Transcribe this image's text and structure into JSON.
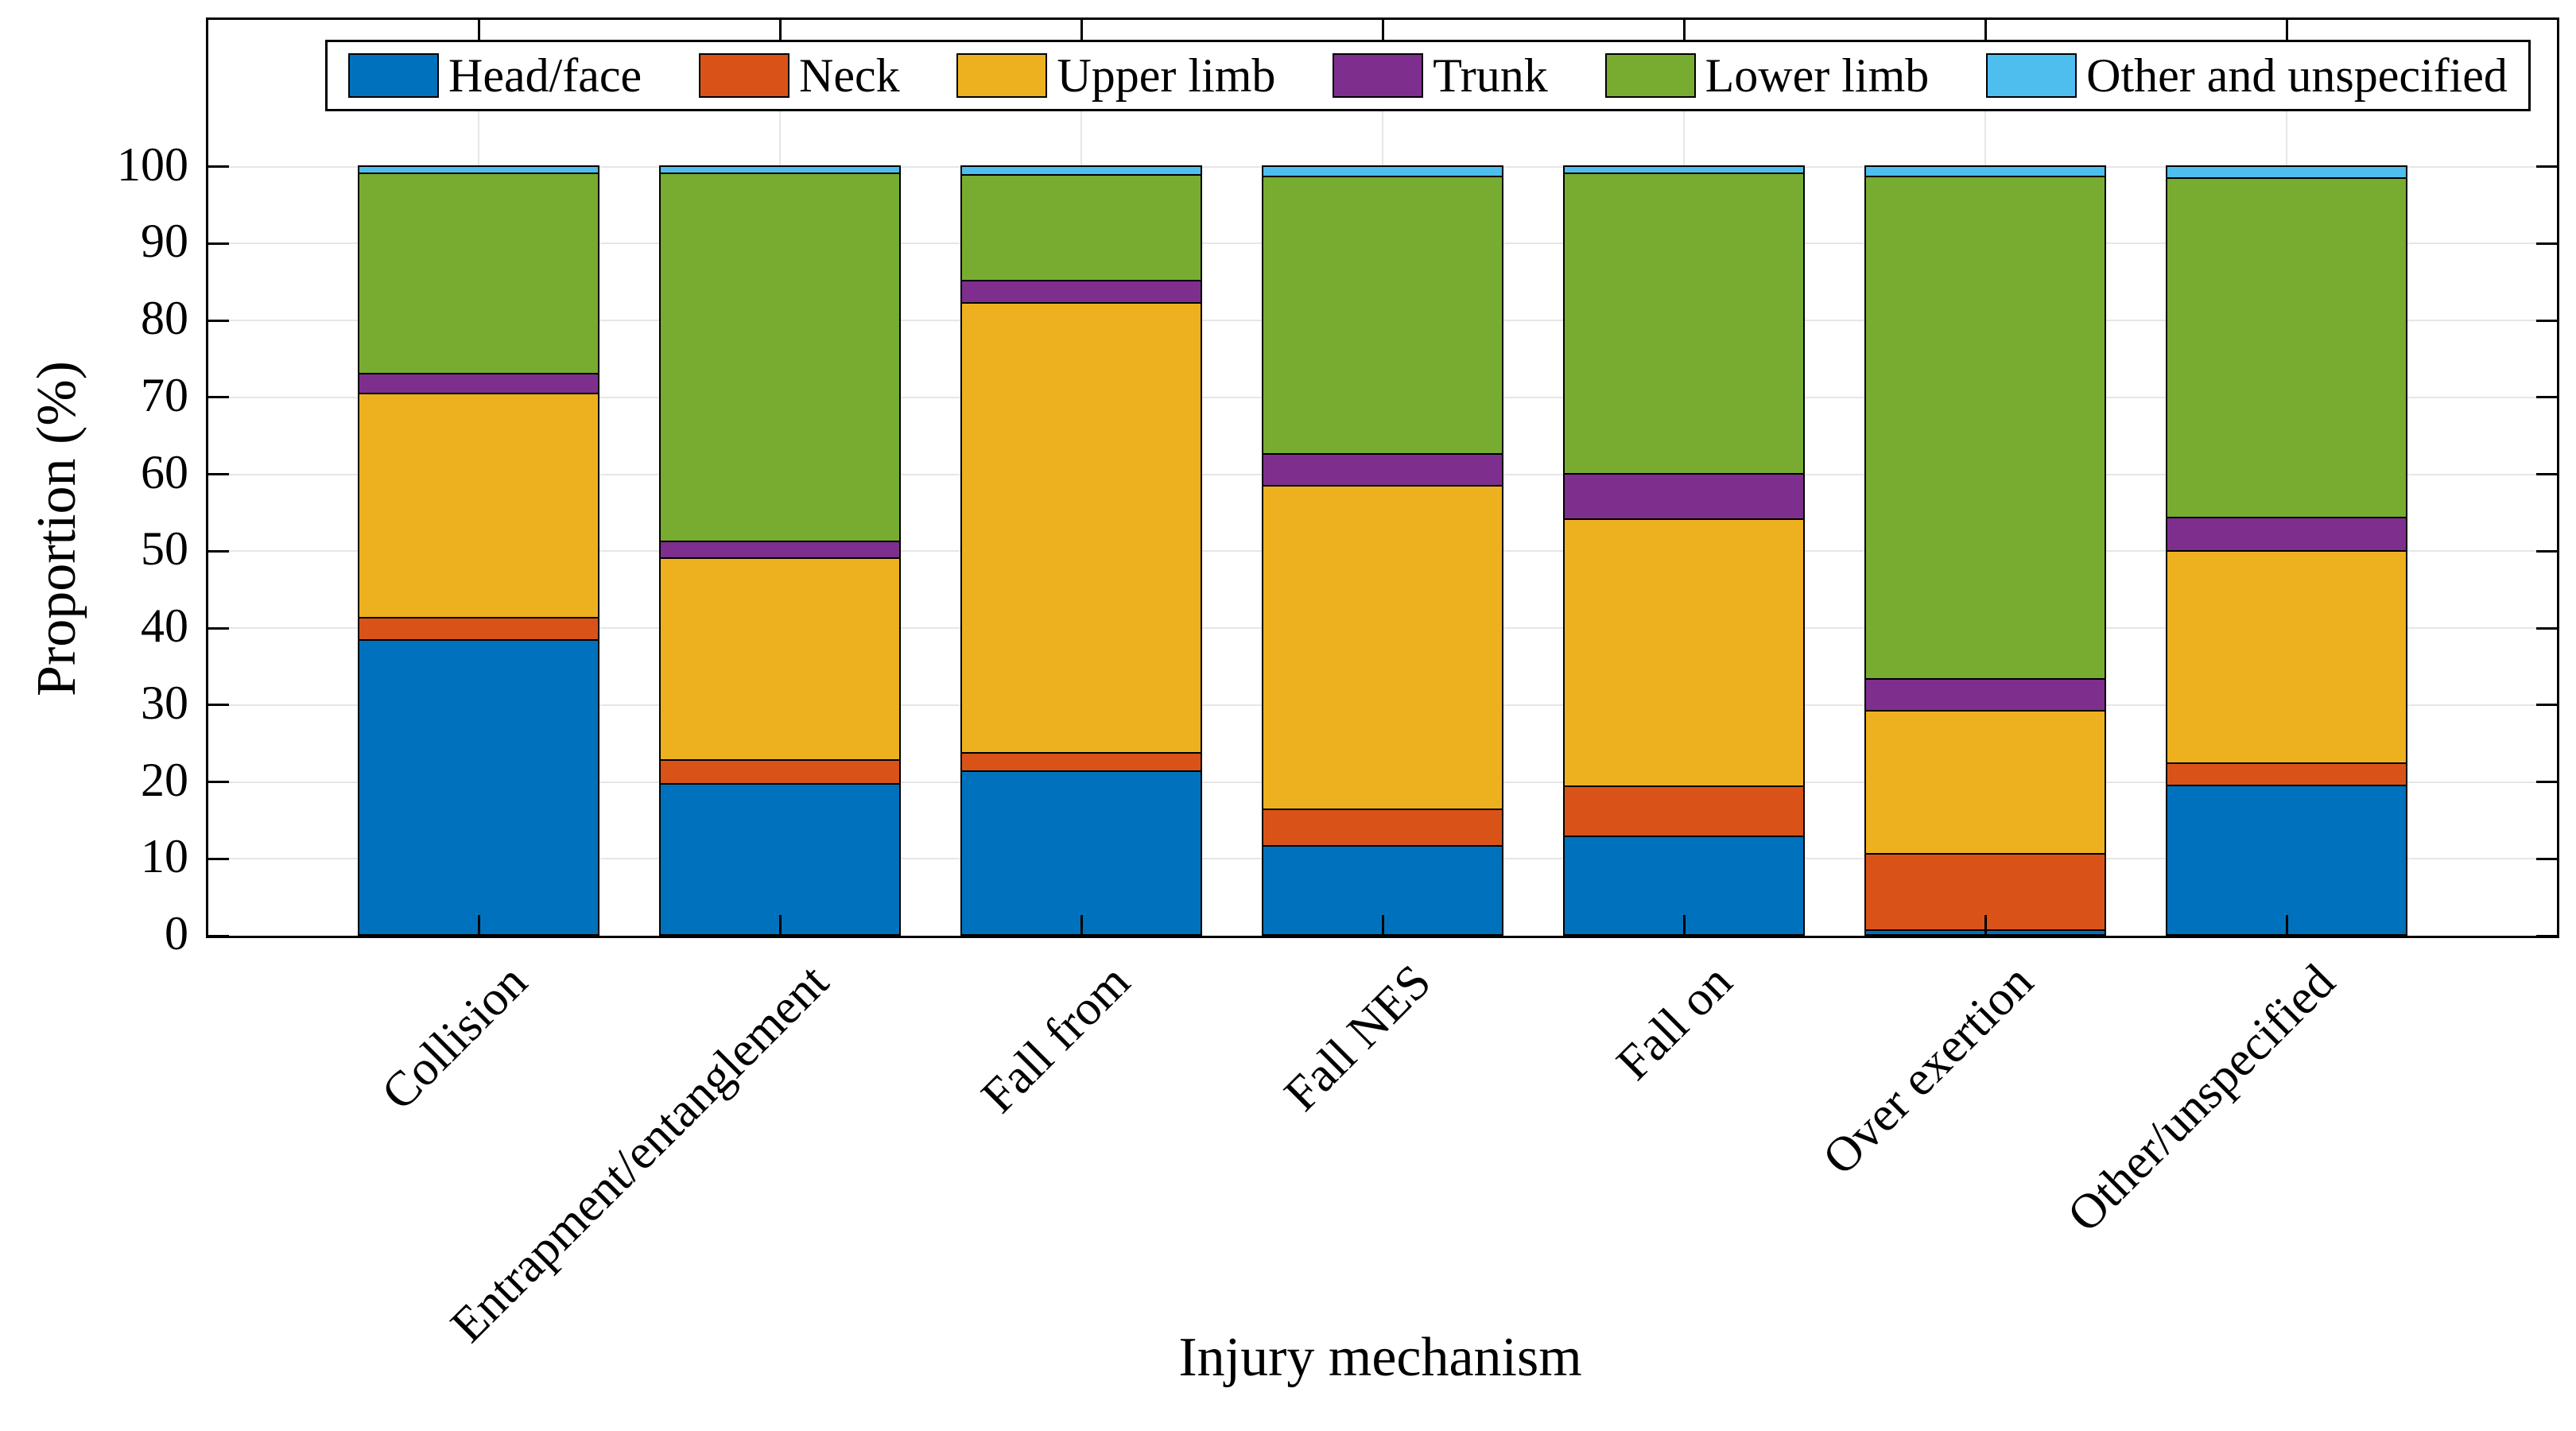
{
  "axes": {
    "ylabel": "Proportion (%)",
    "xlabel": "Injury mechanism"
  },
  "colors": {
    "background": "#ffffff",
    "axis": "#000000",
    "grid": "#e6e6e6",
    "bar_edge": "#000000"
  },
  "legend": {
    "position": "north-inside",
    "labels": [
      "Head/face",
      "Neck",
      "Upper limb",
      "Trunk",
      "Lower limb",
      "Other and unspecified"
    ]
  },
  "chart_data": {
    "type": "bar",
    "stacked": true,
    "orientation": "vertical",
    "title": "",
    "xlabel": "Injury mechanism",
    "ylabel": "Proportion (%)",
    "ylim": [
      0,
      119
    ],
    "yticks": [
      0,
      10,
      20,
      30,
      40,
      50,
      60,
      70,
      80,
      90,
      100
    ],
    "grid": true,
    "legend_position": "top",
    "categories": [
      "Collision",
      "Entrapment/entanglement",
      "Fall from",
      "Fall NES",
      "Fall on",
      "Over exertion",
      "Other/unspecified"
    ],
    "series": [
      {
        "name": "Head/face",
        "color": "#0072BD",
        "values": [
          38.3,
          19.6,
          21.3,
          11.6,
          12.8,
          0.6,
          19.4
        ]
      },
      {
        "name": "Neck",
        "color": "#D95319",
        "values": [
          2.9,
          3.1,
          2.4,
          4.7,
          6.5,
          9.9,
          2.9
        ]
      },
      {
        "name": "Upper limb",
        "color": "#EDB120",
        "values": [
          29.2,
          26.3,
          58.5,
          42.1,
          34.8,
          18.7,
          27.6
        ]
      },
      {
        "name": "Trunk",
        "color": "#7E2F8E",
        "values": [
          2.6,
          2.2,
          2.9,
          4.1,
          5.9,
          4.1,
          4.4
        ]
      },
      {
        "name": "Lower limb",
        "color": "#77AC30",
        "values": [
          26.0,
          47.8,
          13.7,
          36.1,
          39.0,
          65.3,
          44.1
        ]
      },
      {
        "name": "Other and unspecified",
        "color": "#4DBEEE",
        "values": [
          1.0,
          1.0,
          1.2,
          1.4,
          1.0,
          1.4,
          1.6
        ]
      }
    ]
  }
}
